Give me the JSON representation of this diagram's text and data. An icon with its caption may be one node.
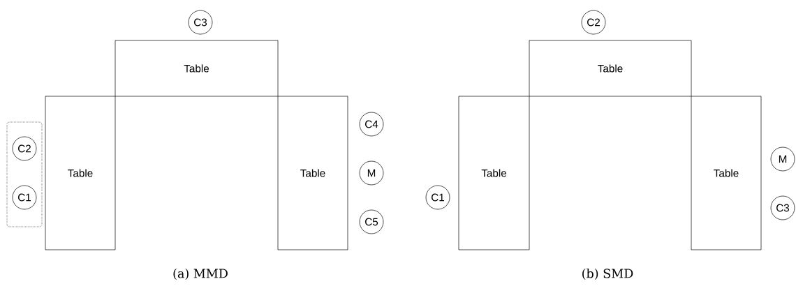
{
  "diagram": {
    "nodes": [
      {
        "text": [
          "C3"
        ]
      },
      {
        "text": [
          "Table"
        ]
      },
      {
        "text": [],
        "shape": "box"
      },
      {
        "text": [
          "C2"
        ],
        "in": 2
      },
      {
        "text": [
          "C1"
        ],
        "in": 2
      },
      {
        "text": [
          "Table"
        ]
      },
      {
        "text": [
          "Table"
        ]
      },
      {
        "text": [
          "C4"
        ]
      },
      {
        "text": [
          "M"
        ]
      },
      {
        "text": [
          "C5"
        ]
      },
      {
        "text": [
          "C2"
        ]
      },
      {
        "text": [
          "Table"
        ]
      },
      {
        "text": [
          "C1"
        ]
      },
      {
        "text": [
          "Table"
        ]
      },
      {
        "text": [
          "Table"
        ]
      },
      {
        "text": [
          "M"
        ]
      },
      {
        "text": [
          "C3"
        ]
      }
    ],
    "labels": [
      "(a) MMD",
      "(b) SMD"
    ]
  }
}
